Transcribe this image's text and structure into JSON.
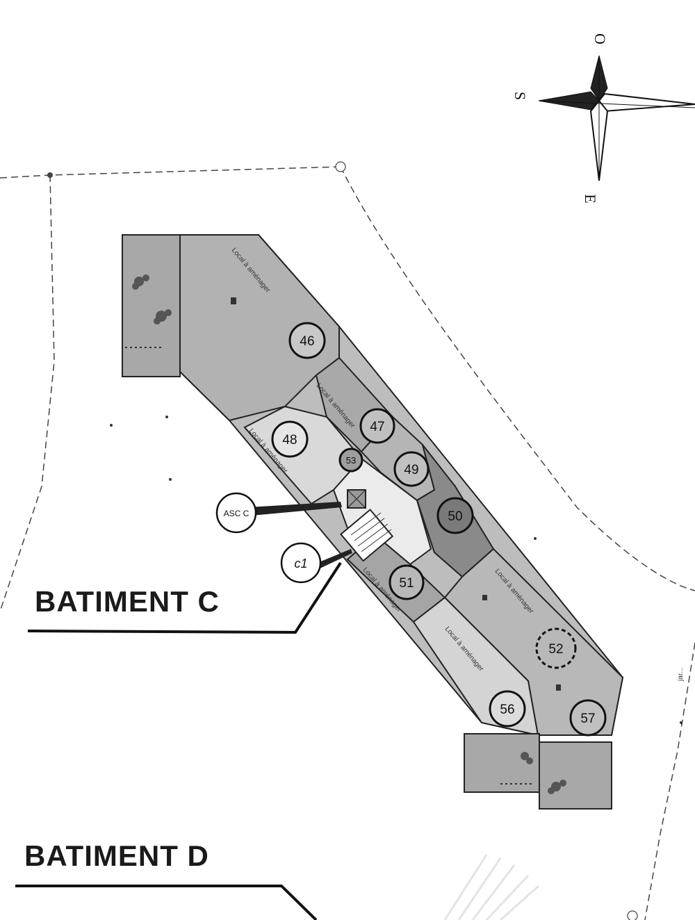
{
  "compass": {
    "north": "O",
    "south": "S",
    "east": "E"
  },
  "buildings": {
    "c": "BATIMENT C",
    "d": "BATIMENT D"
  },
  "callouts": {
    "elevator": "ASC C",
    "stair": "c1"
  },
  "local_label": "Local à aménager",
  "lots": {
    "l46": "46",
    "l47": "47",
    "l48": "48",
    "l49": "49",
    "l50": "50",
    "l51": "51",
    "l52": "52",
    "l53": "53",
    "l56": "56",
    "l57": "57"
  },
  "side_label": "jar..."
}
